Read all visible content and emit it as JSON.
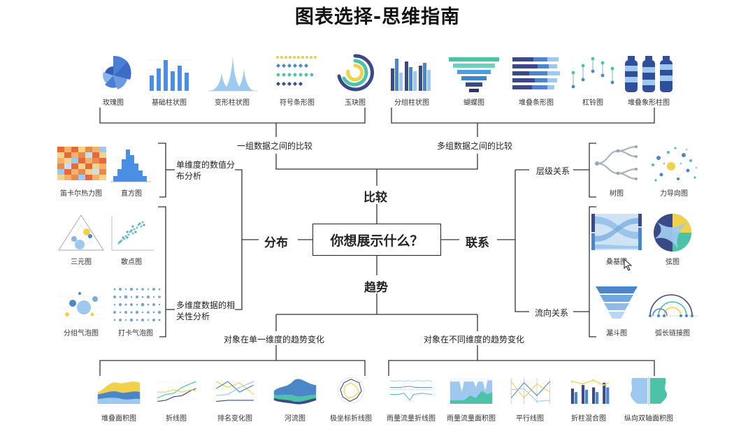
{
  "title": "图表选择-思维指南",
  "center": "你想展示什么？",
  "branches": {
    "compare": "比较",
    "distribution": "分布",
    "relation": "联系",
    "trend": "趋势"
  },
  "sub_branches": {
    "one_group": "一组数据之间的比较",
    "multi_group": "多组数据之间的比较",
    "single_dim": "单维度的数值分布分析",
    "multi_dim": "多维度数据的相关性分析",
    "hierarchy": "层级关系",
    "flow": "流向关系",
    "trend_single": "对象在单一维度的趋势变化",
    "trend_multi": "对象在不同维度的趋势变化"
  },
  "charts": {
    "rose": "玫瑰图",
    "basic_bar": "基础柱状图",
    "deform_bar": "变形柱状图",
    "symbol_bar": "符号条形图",
    "jade": "玉玦图",
    "group_bar": "分组柱状图",
    "butterfly": "蝴蝶图",
    "stack_hbar": "堆叠条形图",
    "dumbbell": "杠铃图",
    "stack_shape": "堆叠象形柱图",
    "cartesian_heat": "笛卡尔热力图",
    "histogram": "直方图",
    "ternary": "三元图",
    "scatter": "散点图",
    "group_bubble": "分组气泡图",
    "punch_bubble": "打卡气泡图",
    "tree": "树图",
    "force": "力导向图",
    "sankey": "桑基图",
    "chord": "弦图",
    "funnel": "漏斗图",
    "arc": "弧长链接图",
    "stack_area": "堆叠面积图",
    "line": "折线图",
    "rank": "排名变化图",
    "stream": "河流图",
    "polar_line": "极坐标折线图",
    "rain_line": "雨量流量折线图",
    "rain_area": "雨量流量面积图",
    "parallel": "平行线图",
    "bar_line": "折柱混合图",
    "dual_area": "纵向双轴面积图"
  },
  "colors": {
    "blue": "#4a7fd6",
    "navy": "#3b4a86",
    "teal": "#4cc3a8",
    "yellow": "#f1d14a",
    "light_blue": "#9ec8ee",
    "grey_line": "#333333"
  }
}
